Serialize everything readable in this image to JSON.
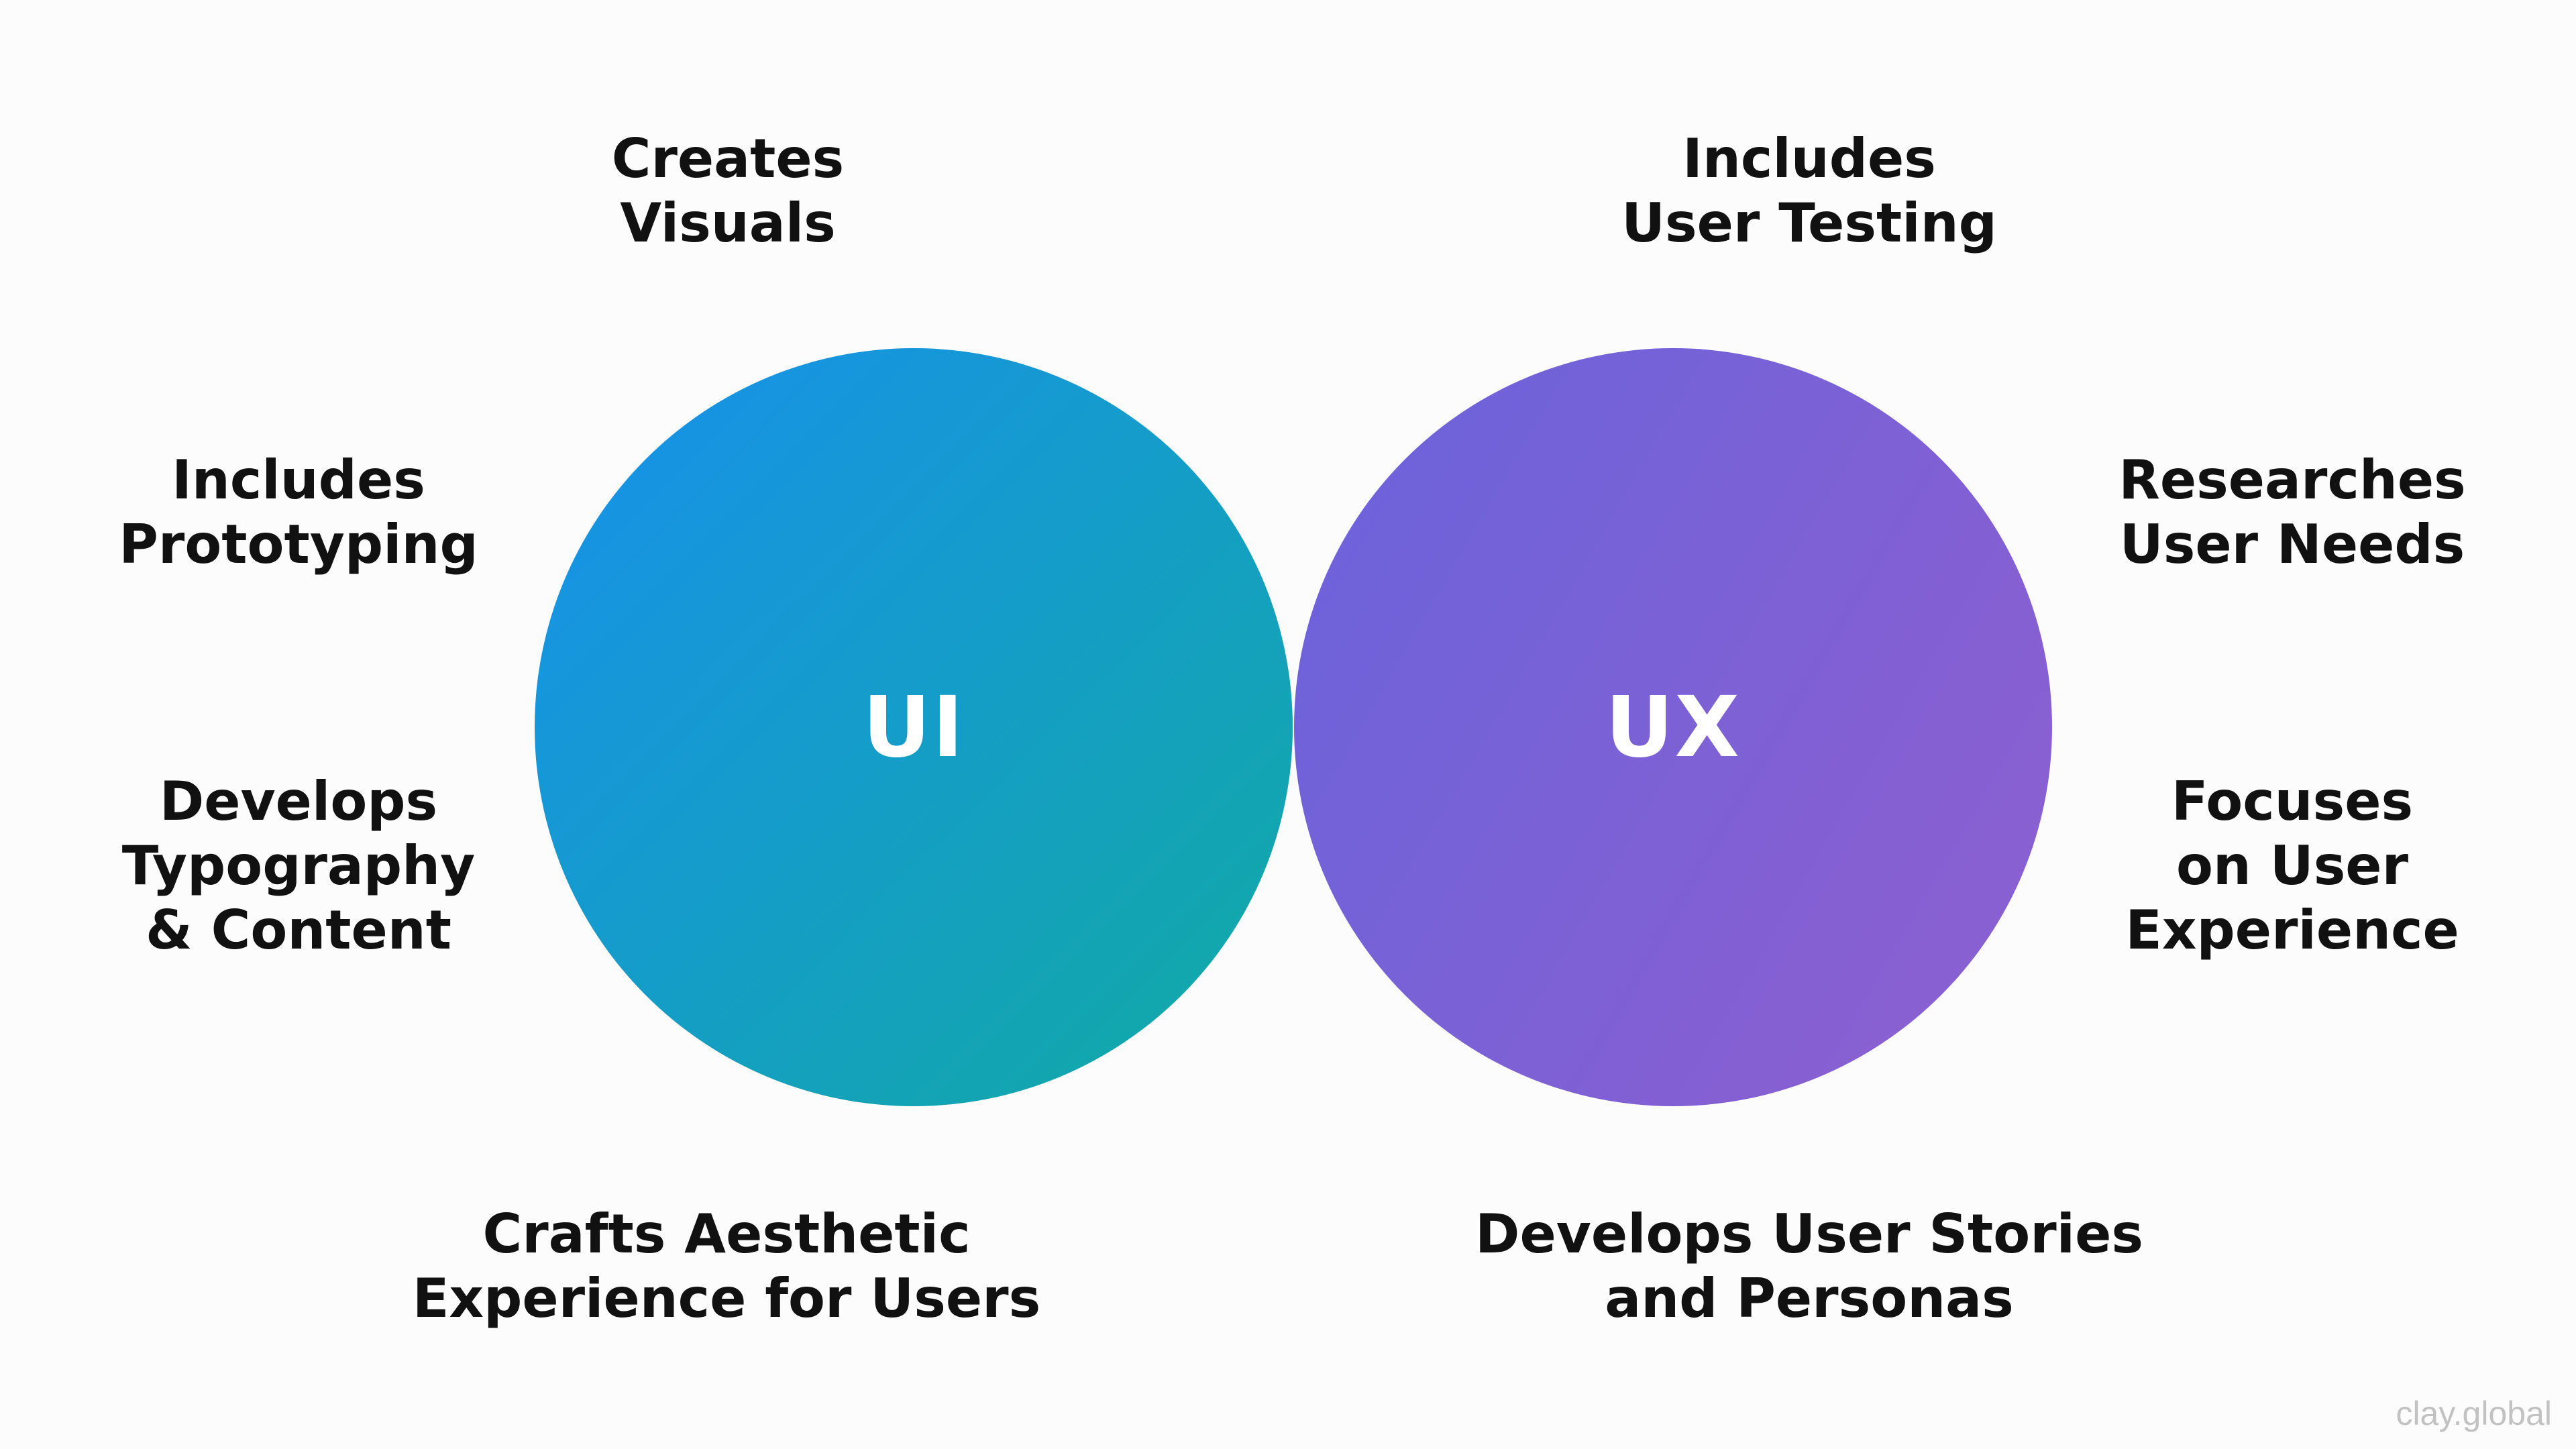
{
  "colors": {
    "background": "#fcfcfc",
    "label_text": "#111111",
    "circle_text": "#ffffff",
    "ui_gradient_start": "#1890ec",
    "ui_gradient_end": "#11aaa3",
    "ux_gradient_start": "#6a63db",
    "ux_gradient_end": "#8e5fd0",
    "watermark": "#c2c2c2"
  },
  "circles": {
    "ui": {
      "label": "UI"
    },
    "ux": {
      "label": "UX"
    }
  },
  "ui_features": {
    "top": [
      "Creates",
      "Visuals"
    ],
    "left_upper": [
      "Includes",
      "Prototyping"
    ],
    "left_lower": [
      "Develops",
      "Typography",
      "& Content"
    ],
    "bottom": [
      "Crafts Aesthetic",
      "Experience for Users"
    ]
  },
  "ux_features": {
    "top": [
      "Includes",
      "User Testing"
    ],
    "right_upper": [
      "Researches",
      "User Needs"
    ],
    "right_lower": [
      "Focuses",
      "on User",
      "Experience"
    ],
    "bottom": [
      "Develops User Stories",
      "and Personas"
    ]
  },
  "watermark": "clay.global"
}
